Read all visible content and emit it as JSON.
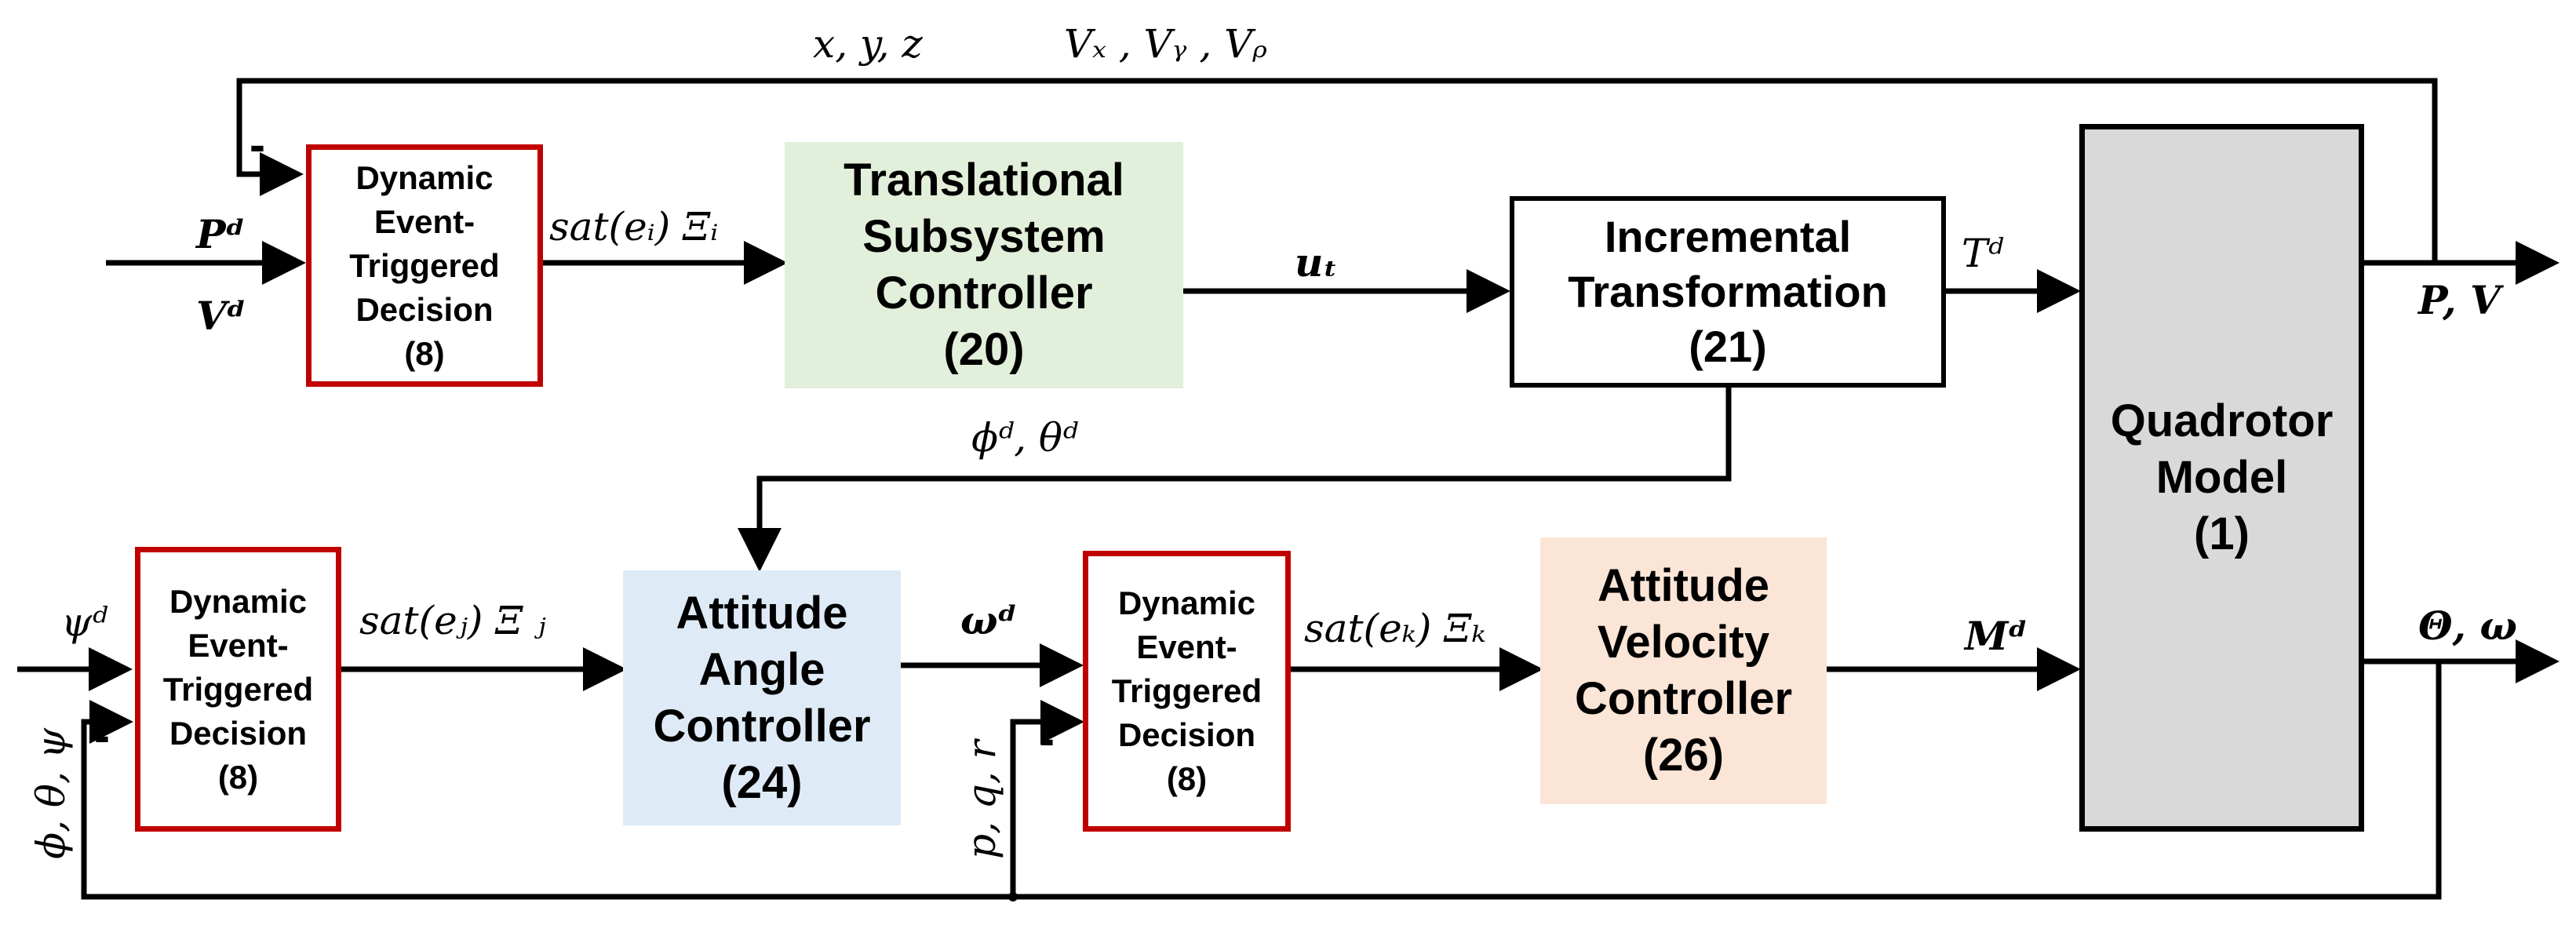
{
  "blocks": {
    "etd1": "Dynamic\nEvent-\nTriggered\nDecision\n(8)",
    "etd2": "Dynamic\nEvent-\nTriggered\nDecision\n(8)",
    "etd3": "Dynamic\nEvent-\nTriggered\nDecision\n(8)",
    "translational": "Translational\nSubsystem\nController\n(20)",
    "incremental": "Incremental\nTransformation\n(21)",
    "quadrotor": "Quadrotor\nModel\n(1)",
    "attitude_angle": "Attitude\nAngle\nController\n(24)",
    "attitude_velocity": "Attitude\nVelocity\nController\n(26)"
  },
  "signals": {
    "pos_fb": "x, y, z",
    "vel_fb": "Vₓ , Vᵧ , Vᵨ",
    "pd": "Pᵈ",
    "vd": "Vᵈ",
    "sat_ei": "sat(eᵢ)  Ξᵢ",
    "ut": "uₜ",
    "td": "Tᵈ",
    "pv": "P, V",
    "phid_thetad": "ϕᵈ, θᵈ",
    "psid": "ψᵈ",
    "angles_fb": "ϕ, θ, ψ",
    "sat_ej": "sat(eⱼ)  Ξ  ⱼ",
    "omegad": "ωᵈ",
    "rates_fb": "p, q, r",
    "sat_ek": "sat(eₖ)  Ξₖ",
    "md": "Mᵈ",
    "theta_omega": "Θ, ω",
    "minus": "-"
  }
}
